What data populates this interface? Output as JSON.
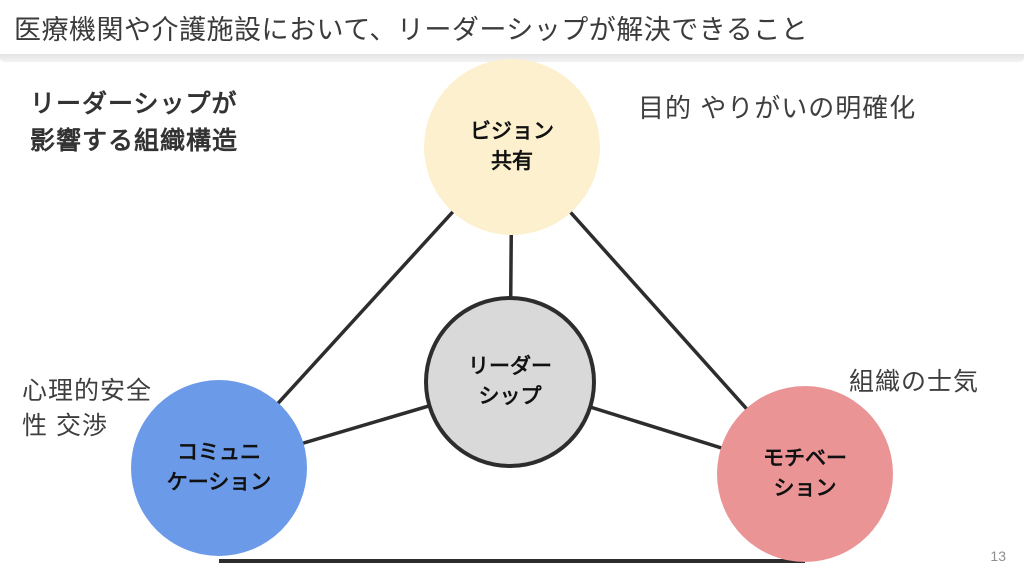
{
  "page": {
    "title": "医療機関や介護施設において、リーダーシップが解決できること",
    "page_number": "13"
  },
  "diagram": {
    "type": "concept-triangle",
    "center": {
      "id": "leadership",
      "label": "リーダー\nシップ",
      "color": "#d9d9d9"
    },
    "nodes": [
      {
        "id": "vision-sharing",
        "label": "ビジョン\n共有",
        "color": "#fcf0ce",
        "position": "top"
      },
      {
        "id": "communication",
        "label": "コミュニ\nケーション",
        "color": "#6b9ae8",
        "position": "bottom-left"
      },
      {
        "id": "motivation",
        "label": "モチベー\nション",
        "color": "#eb9496",
        "position": "bottom-right"
      }
    ],
    "edges": [
      "vision-sharing–communication",
      "vision-sharing–motivation",
      "communication–motivation",
      "leadership–vision-sharing",
      "leadership–communication",
      "leadership–motivation"
    ],
    "edge_color": "#2d2d2d",
    "annotations": {
      "org_structure": "リーダーシップが\n影響する組織構造",
      "purpose": "目的 やりがいの明確化",
      "psych_safety": "心理的安全\n性 交渉",
      "morale": "組織の士気"
    }
  }
}
